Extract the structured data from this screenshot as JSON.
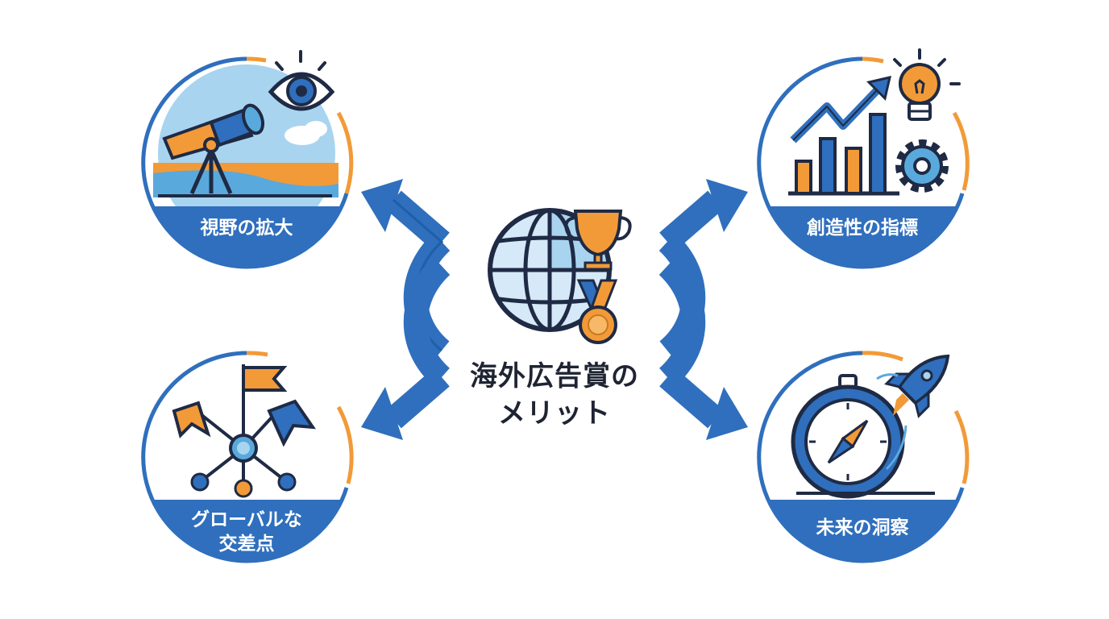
{
  "center": {
    "title_line1": "海外広告賞の",
    "title_line2": "メリット"
  },
  "nodes": {
    "top_left": {
      "label": "視野の拡大"
    },
    "top_right": {
      "label": "創造性の指標"
    },
    "bottom_left": {
      "label_line1": "グローバルな",
      "label_line2": "交差点"
    },
    "bottom_right": {
      "label": "未来の洞察"
    }
  },
  "colors": {
    "blue": "#2f6fbd",
    "dark": "#1f2a44",
    "orange": "#f29a38",
    "light_blue": "#d6e9f8",
    "sky": "#a9d4ef"
  }
}
